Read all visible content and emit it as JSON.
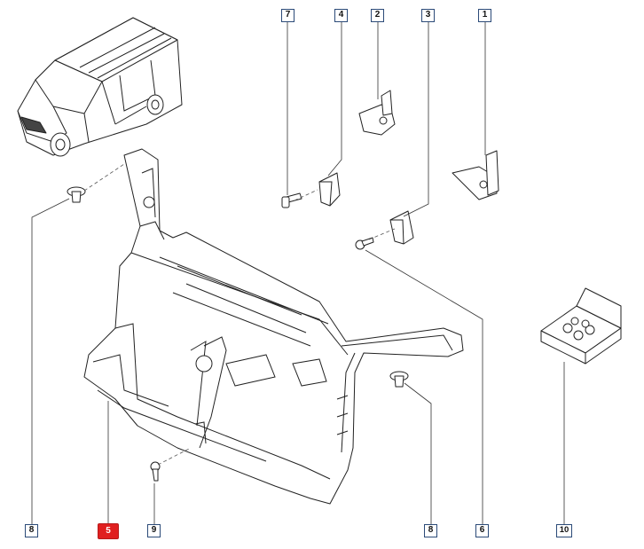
{
  "callouts": [
    {
      "id": "c7",
      "label": "7"
    },
    {
      "id": "c4",
      "label": "4"
    },
    {
      "id": "c2",
      "label": "2"
    },
    {
      "id": "c3",
      "label": "3"
    },
    {
      "id": "c1",
      "label": "1"
    },
    {
      "id": "c8a",
      "label": "8"
    },
    {
      "id": "c5",
      "label": "5",
      "highlighted": true
    },
    {
      "id": "c9",
      "label": "9"
    },
    {
      "id": "c8b",
      "label": "8"
    },
    {
      "id": "c6",
      "label": "6"
    },
    {
      "id": "c10",
      "label": "10"
    }
  ],
  "colors": {
    "highlight": "#e02020",
    "callout_border": "#2b4a78",
    "line": "#222222"
  }
}
